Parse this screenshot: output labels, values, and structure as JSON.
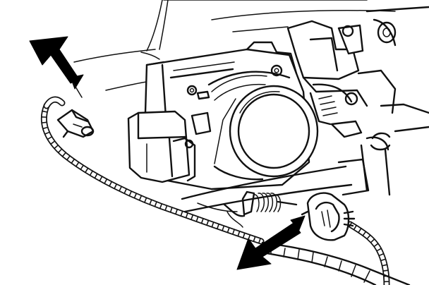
{
  "figure": {
    "kind": "line-drawing",
    "subject": "throttle-body-wiring",
    "ink_color": "#111111",
    "background_color": "#ffffff",
    "callouts": [
      {
        "id": "ground-terminal",
        "points_to": "ring-terminal-on-harness"
      },
      {
        "id": "sensor-connector",
        "points_to": "electrical-connector-on-harness"
      }
    ],
    "icons": [
      "arrow-icon",
      "arrow-icon"
    ]
  }
}
